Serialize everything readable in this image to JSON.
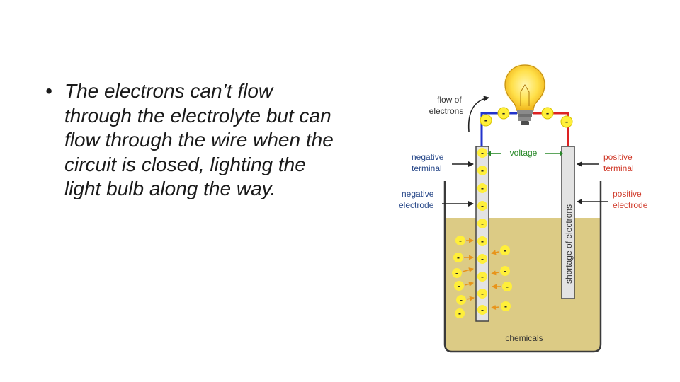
{
  "slide": {
    "bullet_marker": "•",
    "bullet_lines": [
      "The electrons can’t flow",
      "through the electrolyte but can",
      "flow through the wire when the",
      "circuit is closed, lighting the",
      "light bulb along the way."
    ]
  },
  "diagram": {
    "labels": {
      "flow_of_electrons": [
        "flow of",
        "electrons"
      ],
      "voltage": "voltage",
      "negative_terminal": [
        "negative",
        "terminal"
      ],
      "negative_electrode": [
        "negative",
        "electrode"
      ],
      "positive_terminal": [
        "positive",
        "terminal"
      ],
      "positive_electrode": [
        "positive",
        "electrode"
      ],
      "shortage_of_electrons": "shortage of electrons",
      "chemicals": "chemicals"
    },
    "electron_symbol": "-",
    "colors": {
      "electrolyte": "#dccb85",
      "electron": "#ffef3a",
      "negative_wire": "#2233cc",
      "positive_wire": "#dd2222",
      "label_red": "#d03a2a",
      "label_blue": "#2a4a8a",
      "electrode": "#e3e3e3"
    }
  }
}
